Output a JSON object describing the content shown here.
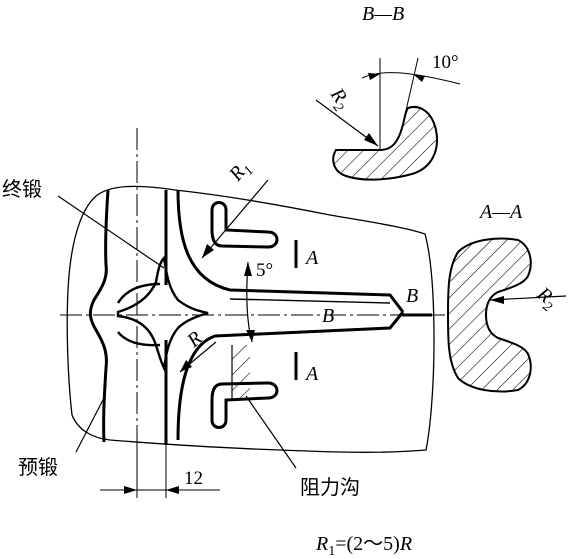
{
  "labels": {
    "section_bb": "B—B",
    "section_aa": "A—A",
    "angle_10": "10°",
    "angle_5": "5°",
    "r1": "R",
    "r1_sub": "1",
    "r2_top": "R",
    "r2_top_sub": "2",
    "r2_right": "R",
    "r2_right_sub": "2",
    "r_inner": "R",
    "final_forging": "终锻",
    "pre_forging": "预锻",
    "resistance_groove": "阻力沟",
    "dim_12": "12",
    "cut_a_top": "A",
    "cut_a_bottom": "A",
    "cut_b_right": "B",
    "cut_b_inner": "B",
    "formula_r": "R",
    "formula_sub": "1",
    "formula_rest": "=(2～5)",
    "formula_end": "R"
  }
}
